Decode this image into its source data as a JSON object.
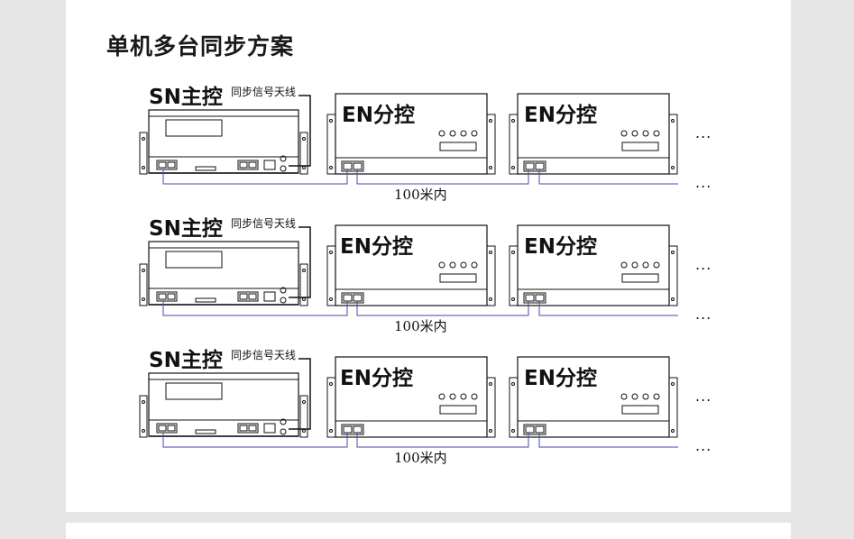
{
  "title": "单机多台同步方案",
  "rows": [
    {
      "master": "SN主控",
      "antenna": "同步信号天线",
      "slave1": "EN分控",
      "slave2": "EN分控",
      "distance": "100米内",
      "more1": "...",
      "more2": "..."
    },
    {
      "master": "SN主控",
      "antenna": "同步信号天线",
      "slave1": "EN分控",
      "slave2": "EN分控",
      "distance": "100米内",
      "more1": "...",
      "more2": "..."
    },
    {
      "master": "SN主控",
      "antenna": "同步信号天线",
      "slave1": "EN分控",
      "slave2": "EN分控",
      "distance": "100米内",
      "more1": "...",
      "more2": "..."
    }
  ],
  "colors": {
    "cable": "#4a4aa8",
    "device": "#111111",
    "background": "#e6e6e6"
  }
}
